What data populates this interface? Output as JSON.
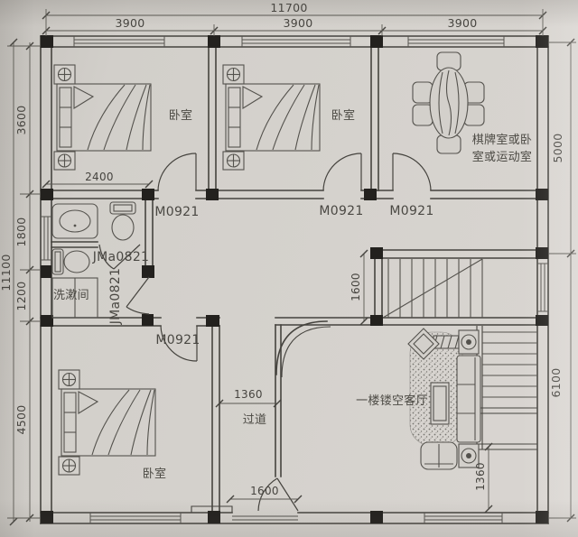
{
  "colors": {
    "paper": "#d3d0cb",
    "line": "#45433e",
    "column": "#23211e",
    "text": "#46443f"
  },
  "dims": {
    "top": {
      "total": "11700",
      "bays": [
        "3900",
        "3900",
        "3900"
      ]
    },
    "left": {
      "overall": "11100",
      "segments": [
        "3600",
        "1800",
        "1200",
        "4500"
      ]
    },
    "right": {
      "segments": [
        "5000",
        "6100"
      ]
    },
    "interior": {
      "bath_width": "2400",
      "stair_well": "1600",
      "hallway_width": "1360",
      "entry_width": "1600",
      "living_edge": "1360"
    }
  },
  "rooms": {
    "bedroom": "卧室",
    "game_room_line1": "棋牌室或卧",
    "game_room_line2": "室或运动室",
    "washroom": "洗漱间",
    "hallway": "过道",
    "living": "一楼镂空客厅"
  },
  "doors": {
    "interior": "M0921",
    "bath": "JMa0821"
  }
}
